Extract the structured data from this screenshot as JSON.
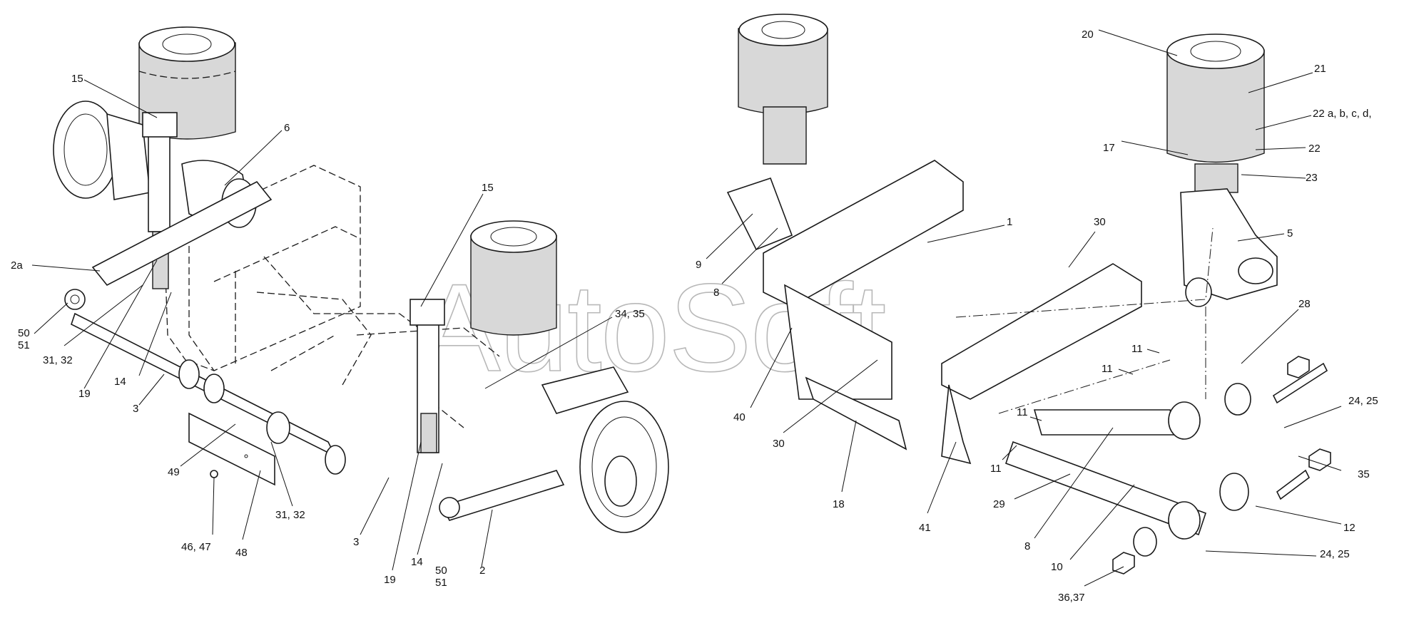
{
  "watermark": "AutoSoft",
  "labels_left": [
    "15",
    "6",
    "2a",
    "50",
    "51",
    "31, 32",
    "19",
    "14",
    "3",
    "49",
    "46, 47",
    "48",
    "31, 32",
    "3",
    "15",
    "34, 35",
    "19",
    "14",
    "50",
    "51",
    "2"
  ],
  "labels_right": [
    "20",
    "21",
    "22 a, b, c, d,",
    "17",
    "22",
    "23",
    "5",
    "1",
    "30",
    "9",
    "8",
    "28",
    "11",
    "11",
    "40",
    "30",
    "18",
    "41",
    "11",
    "11",
    "29",
    "24, 25",
    "35",
    "8",
    "10",
    "12",
    "24, 25",
    "36,37"
  ]
}
